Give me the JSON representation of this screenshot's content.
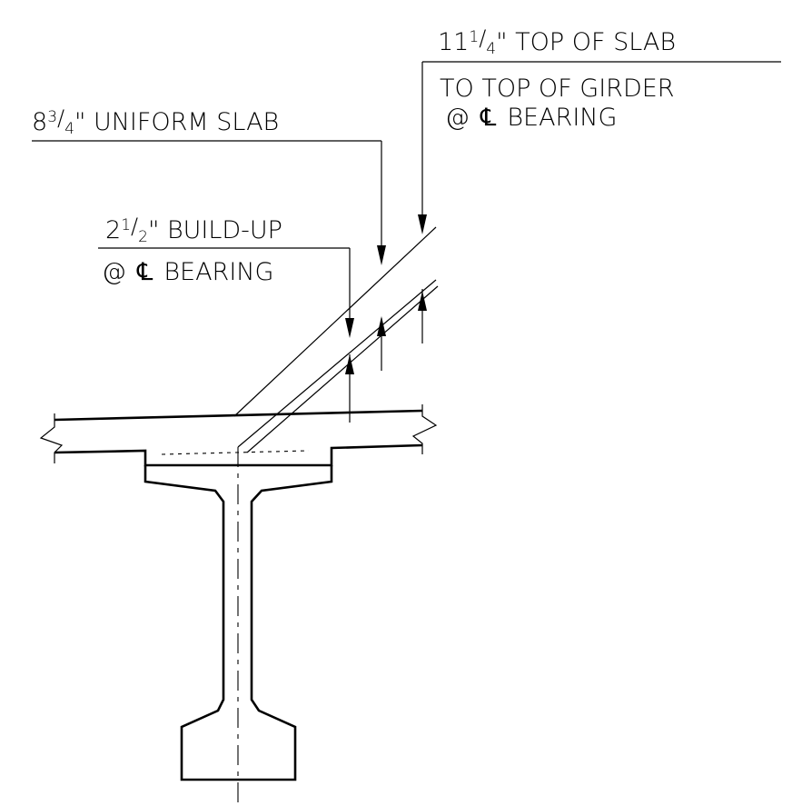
{
  "labels": {
    "top_of_slab": {
      "whole": "11",
      "num": "1",
      "den": "4",
      "line1_rest": "\" TOP OF SLAB",
      "line2": "TO TOP OF GIRDER",
      "line3_at": "@",
      "line3_cl": "℄",
      "line3_rest": "BEARING"
    },
    "uniform_slab": {
      "whole": "8",
      "num": "3",
      "den": "4",
      "rest": "\" UNIFORM SLAB"
    },
    "build_up": {
      "whole": "2",
      "num": "1",
      "den": "2",
      "rest": "\" BUILD-UP",
      "line2_at": "@",
      "line2_cl": "℄",
      "line2_rest": "BEARING"
    }
  },
  "colors": {
    "ink": "#000000",
    "paper": "#ffffff"
  }
}
